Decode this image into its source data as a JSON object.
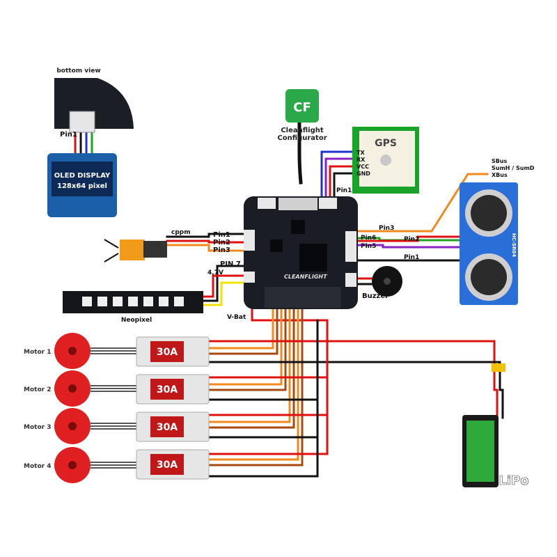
{
  "oled": {
    "bottom_view": "bottom view",
    "pin1": "Pin1",
    "title": "OLED DISPLAY",
    "subtitle": "128x64 pixel"
  },
  "configurator": {
    "line1": "Cleanflight",
    "line2": "Configurator",
    "logo_text": "CF"
  },
  "gps": {
    "title": "GPS",
    "pins": [
      "TX",
      "RX",
      "VCC",
      "GND"
    ],
    "pin1": "Pin1"
  },
  "receiver": {
    "label": "cppm",
    "pins": [
      "Pin1",
      "Pin2",
      "Pin3"
    ]
  },
  "neopixel": {
    "pin7": "PIN 7",
    "voltage": "4,7V",
    "label": "Neopixel"
  },
  "flight_controller": {
    "brand": "CLEANFLIGHT",
    "vbat": "V-Bat"
  },
  "buzzer": {
    "label": "Buzzer"
  },
  "sonar": {
    "protocols": [
      "SBus",
      "SumH / SumD",
      "XBus"
    ],
    "fc_pins": [
      "Pin3",
      "Pin6",
      "Pin5",
      "Pin2",
      "Pin1"
    ],
    "model": "HC-SR04"
  },
  "motors": [
    {
      "label": "Motor 1",
      "esc": "30A"
    },
    {
      "label": "Motor 2",
      "esc": "30A"
    },
    {
      "label": "Motor 3",
      "esc": "30A"
    },
    {
      "label": "Motor 4",
      "esc": "30A"
    }
  ],
  "battery": {
    "label": "LiPo"
  },
  "colors": {
    "red": "#e01010",
    "black": "#111111",
    "orange": "#f08a1c",
    "brown": "#a84a10",
    "yellow": "#f2e200",
    "blue": "#2030d0",
    "purple": "#8a20c8",
    "green": "#20a020",
    "gps_green": "#1aa32a",
    "board": "#1b1d24",
    "sonar_blue": "#2a6ed8",
    "motor_red": "#e02020"
  }
}
